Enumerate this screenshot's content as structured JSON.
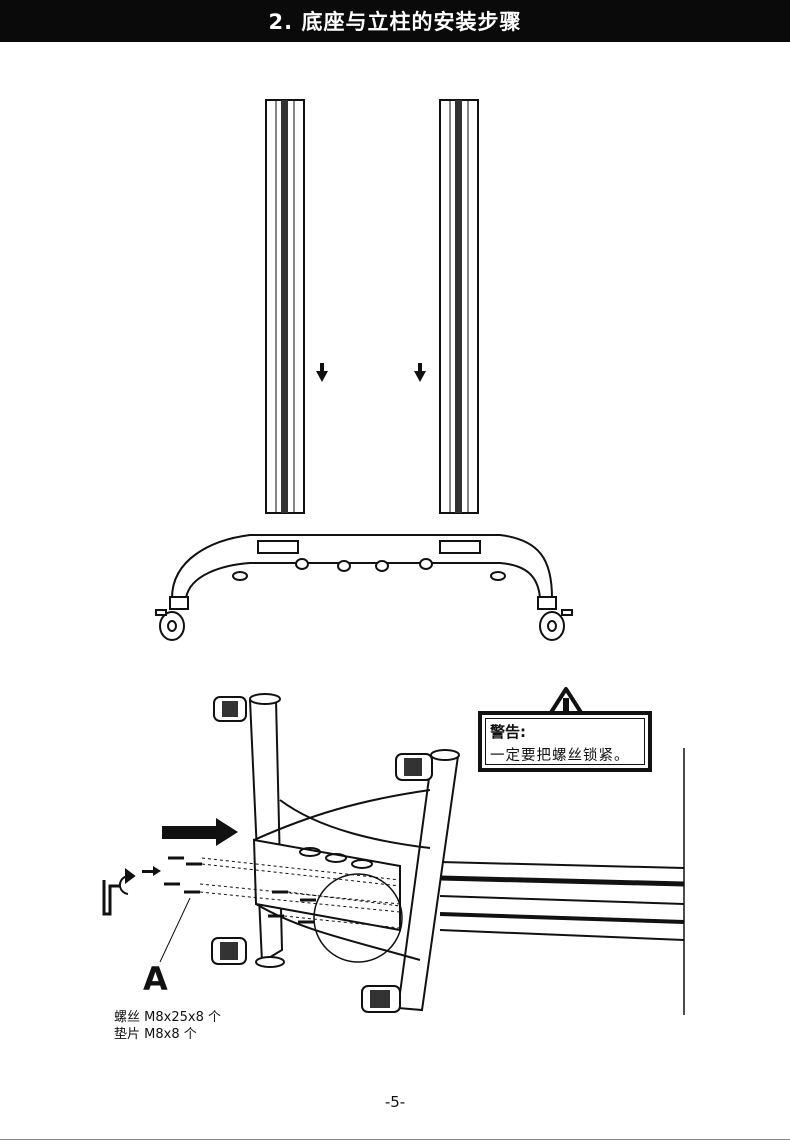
{
  "header": {
    "title": "2. 底座与立柱的安装步骤"
  },
  "warning": {
    "title": "警告:",
    "text": "一定要把螺丝锁紧。"
  },
  "callout": {
    "label": "A"
  },
  "parts": [
    {
      "name": "螺丝",
      "spec": "M8x25x8 个"
    },
    {
      "name": "垫片",
      "spec": "M8x8 个"
    }
  ],
  "page": {
    "number": "-5-"
  },
  "icons": [
    "arrow-down-icon",
    "arrow-right-icon",
    "rotate-icon",
    "hex-key-icon",
    "warning-icon"
  ]
}
